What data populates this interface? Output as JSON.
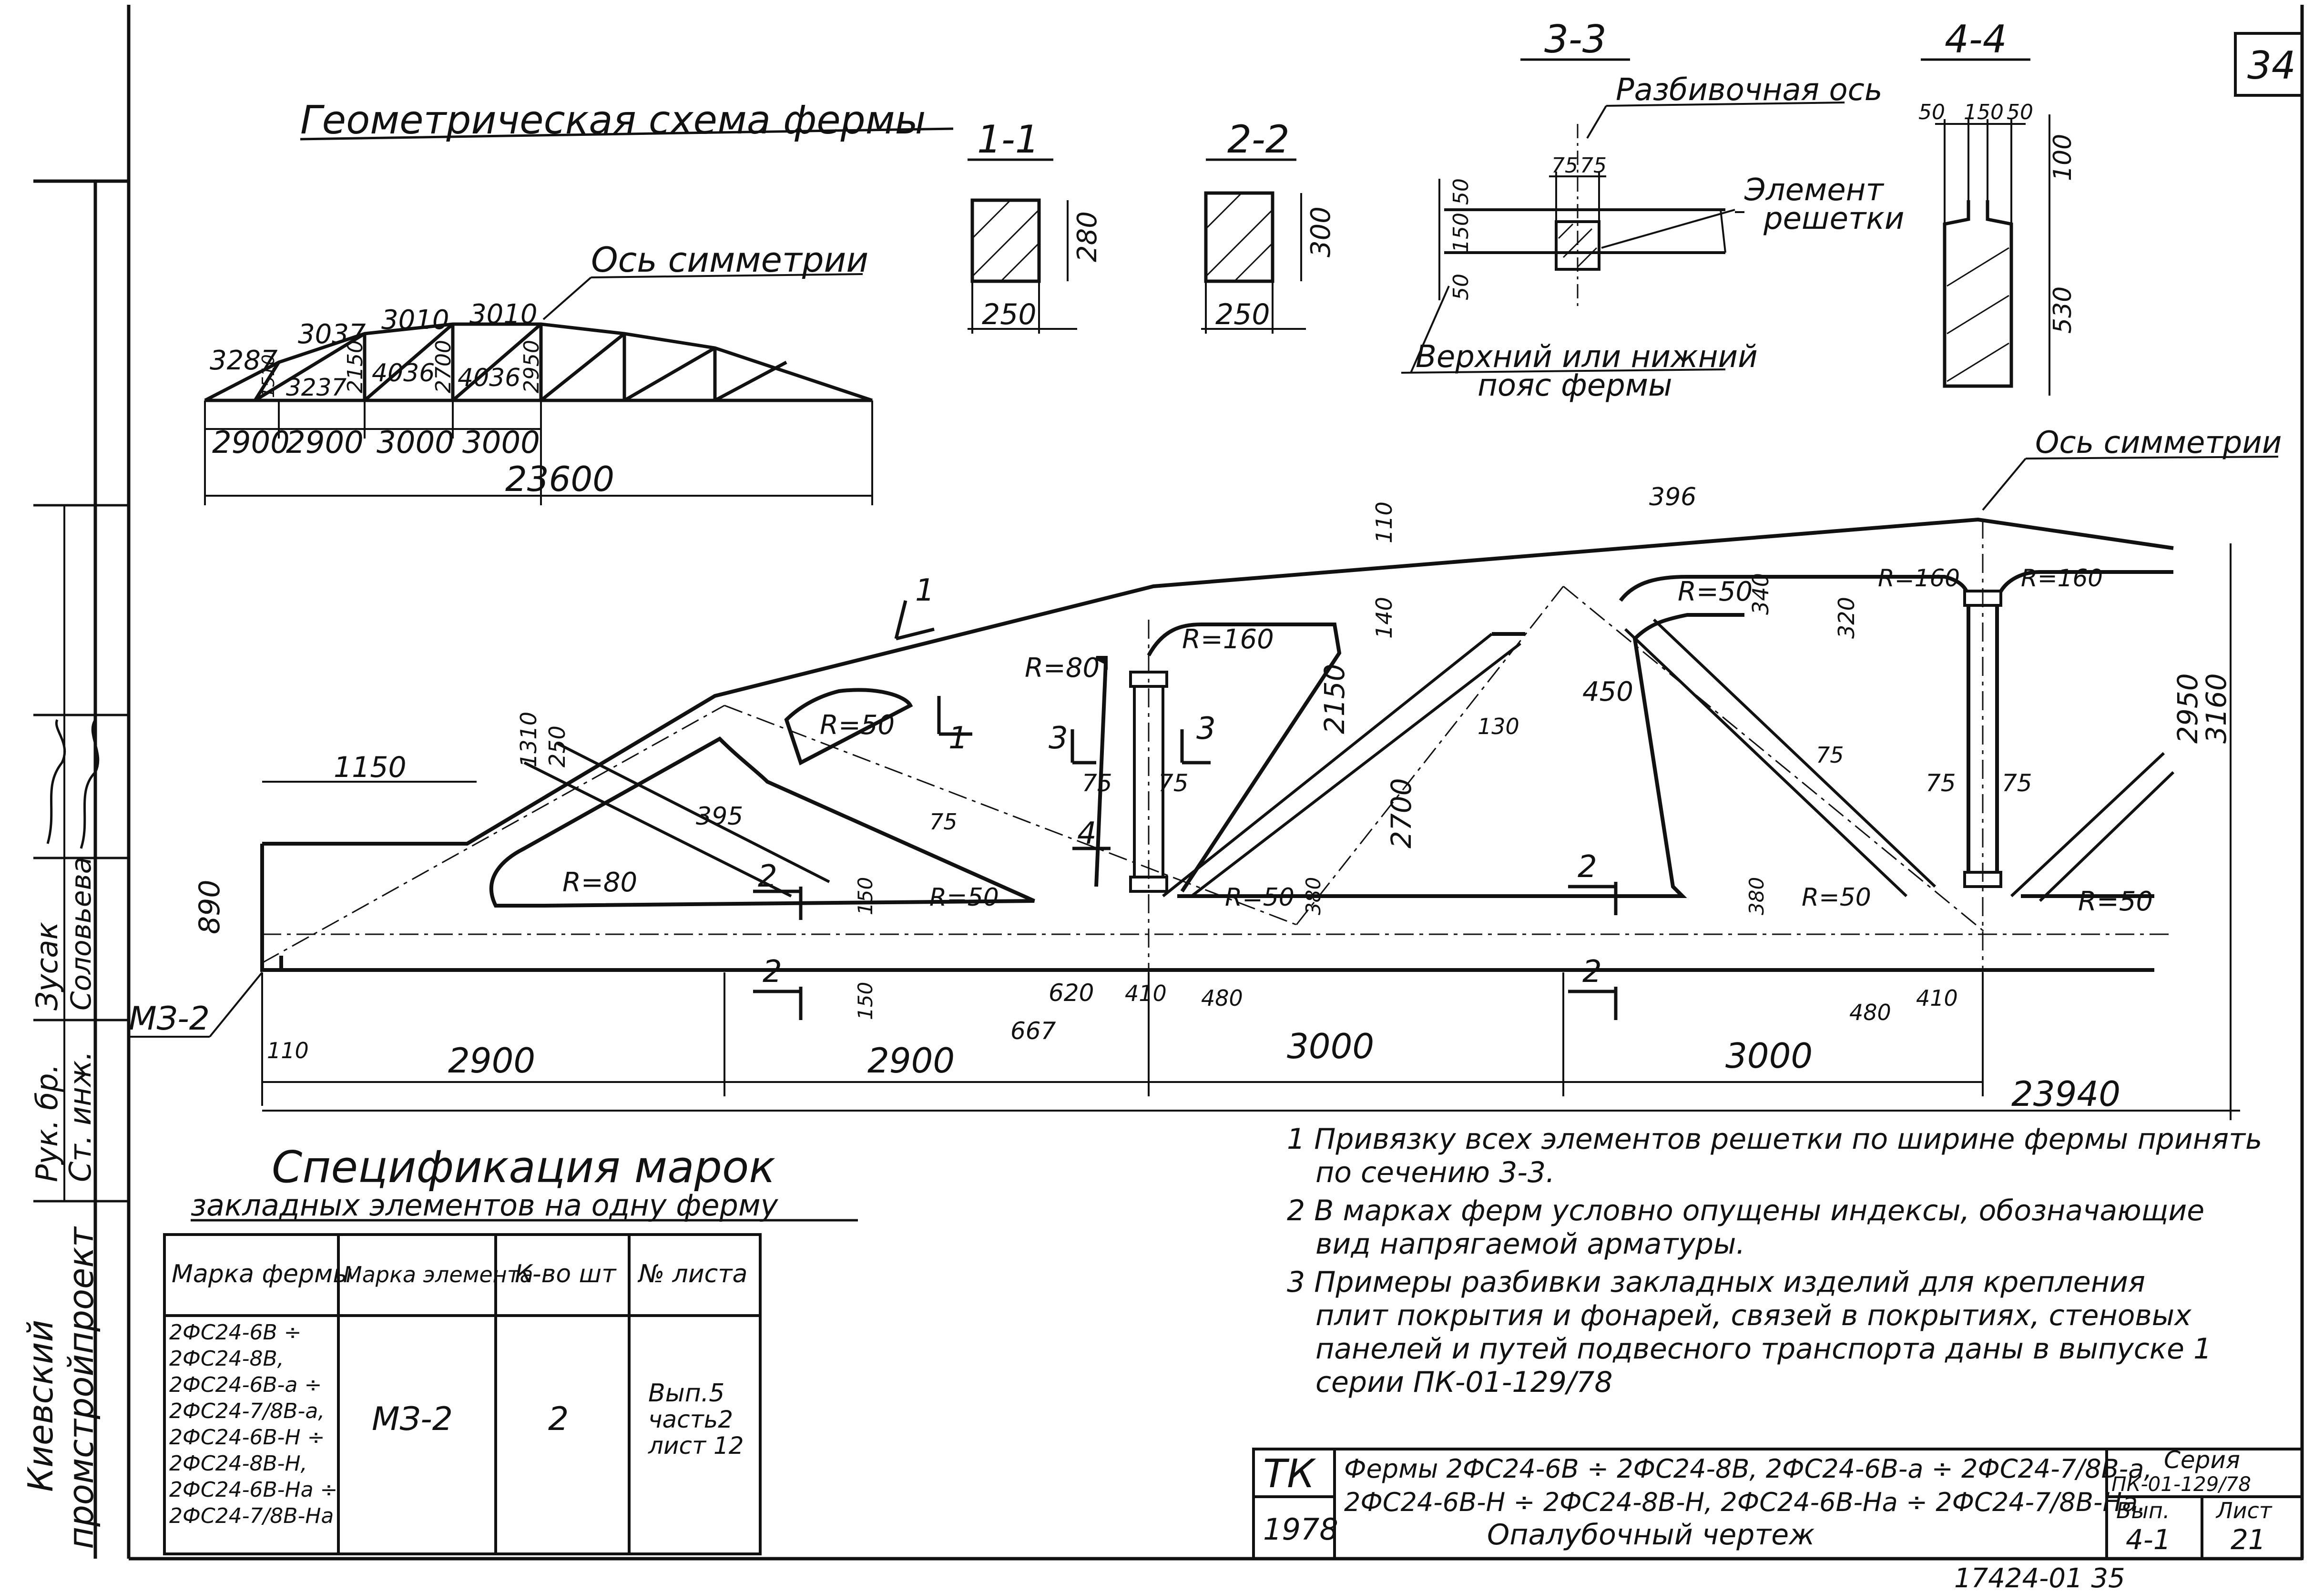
{
  "sheet": {
    "page_number": "34",
    "bottom_code": "17424-01  35"
  },
  "geometric_scheme": {
    "title": "Геометрическая схема фермы",
    "axis_label": "Ось симметрии",
    "top_chords": [
      "3287",
      "3037",
      "3010",
      "3010"
    ],
    "diagonals": [
      "4036",
      "4036"
    ],
    "web_small": [
      "3237"
    ],
    "heights": [
      "2150",
      "2700",
      "2950",
      "1510"
    ],
    "bottom_spans": [
      "2900",
      "2900",
      "3000",
      "3000"
    ],
    "total_span": "23600"
  },
  "sections": {
    "s11": {
      "title": "1-1",
      "width": "250",
      "height": "280"
    },
    "s22": {
      "title": "2-2",
      "width": "250",
      "height": "300"
    },
    "s33": {
      "title": "3-3",
      "axis_label": "Разбивочная ось",
      "element_label_1": "Элемент",
      "element_label_2": "решетки",
      "chord_label_1": "Верхний или нижний",
      "chord_label_2": "пояс фермы",
      "dims": [
        "75",
        "75",
        "50",
        "150",
        "50"
      ]
    },
    "s44": {
      "title": "4-4",
      "dims_top": [
        "50",
        "150",
        "50"
      ],
      "dims_side": [
        "100",
        "530"
      ]
    }
  },
  "formwork": {
    "axis_label": "Ось симметрии",
    "section_marks": [
      "1",
      "1",
      "2",
      "2",
      "2",
      "2",
      "3",
      "3",
      "4"
    ],
    "radii": [
      "R=80",
      "R=50",
      "R=160",
      "R=50",
      "R=160",
      "R=160",
      "R=80",
      "R=50",
      "R=50",
      "R=50",
      "R=50"
    ],
    "dims": [
      "1150",
      "890",
      "1310",
      "250",
      "395",
      "75",
      "75",
      "75",
      "75",
      "75",
      "75",
      "2150",
      "2700",
      "396",
      "110",
      "140",
      "450",
      "130",
      "340",
      "320",
      "2950",
      "3160",
      "150",
      "150",
      "380",
      "380",
      "620",
      "667",
      "410",
      "480",
      "480",
      "410",
      "110"
    ],
    "bottom_spans": [
      "2900",
      "2900",
      "3000",
      "3000"
    ],
    "total_span": "23940",
    "embedded_mark": "МЗ-2"
  },
  "spec_table": {
    "title": "Спецификация марок",
    "subtitle": "закладных элементов на одну ферму",
    "headers": [
      "Марка фермы",
      "Марка элемента",
      "К-во шт",
      "№ листа"
    ],
    "truss_marks": [
      "2ФС24-6В ÷",
      "2ФС24-8В,",
      "2ФС24-6В-а ÷",
      "2ФС24-7/8В-а,",
      "2ФС24-6В-Н ÷",
      "2ФС24-8В-Н,",
      "2ФС24-6В-На ÷",
      "2ФС24-7/8В-На"
    ],
    "element_mark": "МЗ-2",
    "qty": "2",
    "sheet_ref": [
      "Вып.5",
      "часть2",
      "лист 12"
    ]
  },
  "notes": [
    "1 Привязку всех элементов решетки по ширине фермы принять",
    "по сечению 3-3.",
    "2 В марках ферм условно опущены индексы, обозначающие",
    "вид напрягаемой арматуры.",
    "3 Примеры разбивки закладных изделий для крепления",
    "плит покрытия и фонарей, связей в покрытиях, стеновых",
    "панелей и путей подвесного транспорта даны в выпуске 1",
    "серии ПК-01-129/78"
  ],
  "title_block": {
    "tk": "ТК",
    "year": "1978",
    "title_1": "Фермы 2ФС24-6В ÷ 2ФС24-8В, 2ФС24-6В-а ÷ 2ФС24-7/8В-а,",
    "title_2": "2ФС24-6В-Н ÷ 2ФС24-8В-Н, 2ФС24-6В-На ÷ 2ФС24-7/8В-На.",
    "title_3": "Опалубочный чертеж",
    "series_label": "Серия",
    "series_value": "ПК-01-129/78",
    "issue_label": "Вып.",
    "issue_value": "4-1",
    "sheet_label": "Лист",
    "sheet_value": "21"
  },
  "side_stamp": {
    "org_1": "Киевский",
    "org_2": "промстройпроект",
    "role_1": "Рук. бр.",
    "role_2": "Ст. инж.",
    "name_1": "Зусак",
    "name_2": "Соловьева"
  }
}
